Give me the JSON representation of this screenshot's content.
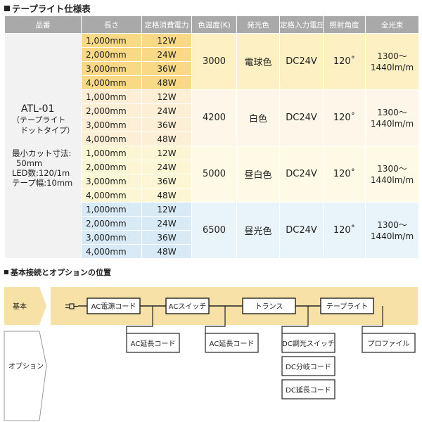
{
  "spec_section": {
    "title": "テープライト仕様表"
  },
  "table": {
    "headers": [
      "品番",
      "長さ",
      "定格消費電力",
      "色温度(K)",
      "発光色",
      "定格入力電圧",
      "照射角度",
      "全光束"
    ],
    "model": {
      "name": "ATL-01",
      "note_line1": "（テープライト",
      "note_line2": "ドットタイプ）",
      "spec_line1": "最小カット寸法:",
      "spec_line2": "50mm",
      "spec_line3": "LED数:120/1m",
      "spec_line4": "テープ幅:10mm"
    },
    "groups": [
      {
        "color_temp": "3000",
        "color": "電球色",
        "voltage": "DC24V",
        "angle": "120˚",
        "lumen_line1": "1300〜",
        "lumen_line2": "1440lm/m",
        "rows": [
          {
            "length": "1,000mm",
            "power": "12W"
          },
          {
            "length": "2,000mm",
            "power": "24W"
          },
          {
            "length": "3,000mm",
            "power": "36W"
          },
          {
            "length": "4,000mm",
            "power": "48W"
          }
        ]
      },
      {
        "color_temp": "4200",
        "color": "白色",
        "voltage": "DC24V",
        "angle": "120˚",
        "lumen_line1": "1300〜",
        "lumen_line2": "1440lm/m",
        "rows": [
          {
            "length": "1,000mm",
            "power": "12W"
          },
          {
            "length": "2,000mm",
            "power": "24W"
          },
          {
            "length": "3,000mm",
            "power": "36W"
          },
          {
            "length": "4,000mm",
            "power": "48W"
          }
        ]
      },
      {
        "color_temp": "5000",
        "color": "昼白色",
        "voltage": "DC24V",
        "angle": "120˚",
        "lumen_line1": "1300〜",
        "lumen_line2": "1440lm/m",
        "rows": [
          {
            "length": "1,000mm",
            "power": "12W"
          },
          {
            "length": "2,000mm",
            "power": "24W"
          },
          {
            "length": "3,000mm",
            "power": "36W"
          },
          {
            "length": "4,000mm",
            "power": "48W"
          }
        ]
      },
      {
        "color_temp": "6500",
        "color": "昼光色",
        "voltage": "DC24V",
        "angle": "120˚",
        "lumen_line1": "1300〜",
        "lumen_line2": "1440lm/m",
        "rows": [
          {
            "length": "1,000mm",
            "power": "12W"
          },
          {
            "length": "2,000mm",
            "power": "24W"
          },
          {
            "length": "3,000mm",
            "power": "36W"
          },
          {
            "length": "4,000mm",
            "power": "48W"
          }
        ]
      }
    ]
  },
  "connection_section": {
    "title": "基本接続とオプションの位置",
    "basic_label": "基本",
    "option_label": "オプション",
    "chain": [
      "AC電源コード",
      "ACスイッチ",
      "トランス",
      "テープライト"
    ],
    "options": [
      "AC延長コード",
      "AC延長コード",
      "DC調光スイッチ",
      "DC分岐コード",
      "DC延長コード",
      "プロファイル"
    ]
  },
  "colors": {
    "header_gray": "#a9a9a9",
    "band_yellow": "#f7e1a6",
    "warm_strong": "#f9d986",
    "cool_blue": "#d8eaf6"
  }
}
